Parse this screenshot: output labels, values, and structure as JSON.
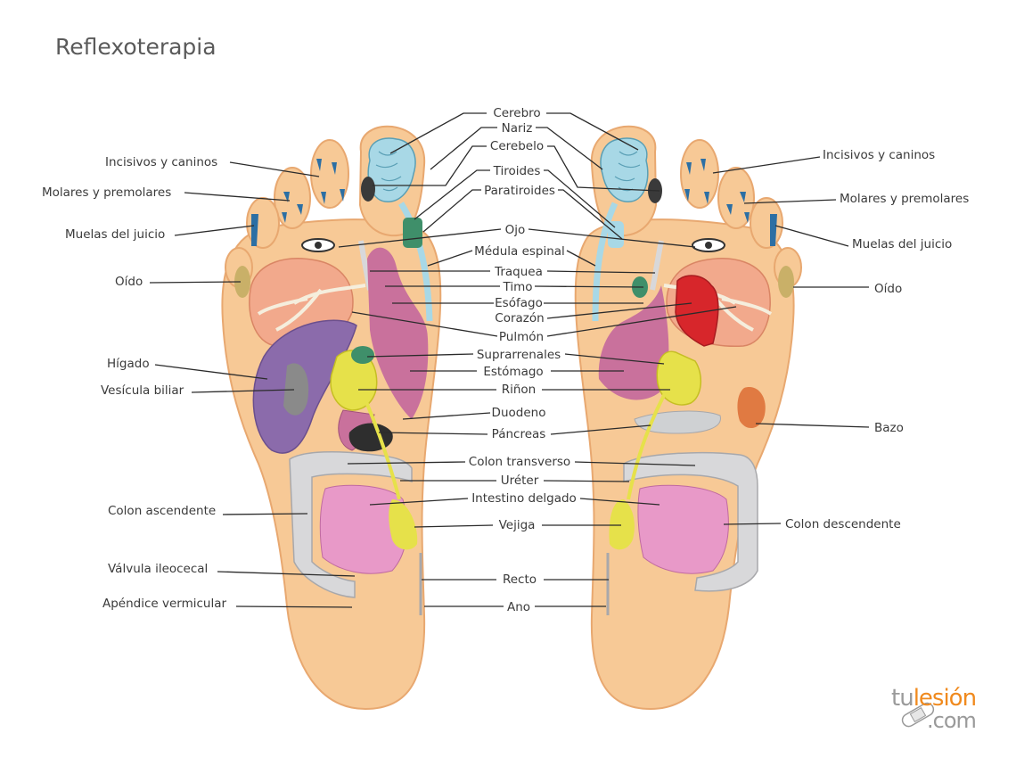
{
  "title": "Reflexoterapia",
  "colors": {
    "skin": "#f7c996",
    "skin_outline": "#e8a870",
    "brain": "#a8d8e6",
    "lung": "#f2a98c",
    "liver": "#8b6bab",
    "stomach": "#c9719c",
    "kidney": "#e6e14a",
    "colon": "#d8d8da",
    "intestine": "#e899c8",
    "heart": "#d7262b",
    "green": "#3f8f6a",
    "spleen": "#e07a42",
    "teeth": "#2c6fa4"
  },
  "center_labels": [
    "Cerebro",
    "Nariz",
    "Cerebelo",
    "Tiroides",
    "Paratiroides",
    "Ojo",
    "Médula espinal",
    "Traquea",
    "Timo",
    "Esófago",
    "Corazón",
    "Pulmón",
    "Suprarrenales",
    "Estómago",
    "Riñon",
    "Duodeno",
    "Páncreas",
    "Colon transverso",
    "Uréter",
    "Intestino delgado",
    "Vejiga",
    "Recto",
    "Ano"
  ],
  "left_labels": [
    "Incisivos y caninos",
    "Molares y premolares",
    "Muelas del juicio",
    "Oído",
    "Hígado",
    "Vesícula biliar",
    "Colon ascendente",
    "Válvula ileocecal",
    "Apéndice vermicular"
  ],
  "right_labels": [
    "Incisivos y caninos",
    "Molares y premolares",
    "Muelas del juicio",
    "Oído",
    "Bazo",
    "Colon descendente"
  ],
  "logo": {
    "part1": "tu",
    "part2": "lesión",
    "part3": ".com"
  }
}
